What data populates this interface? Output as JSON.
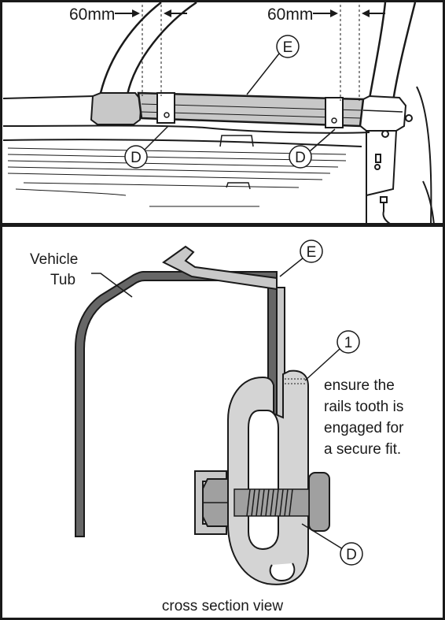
{
  "top_view": {
    "dimension_left": "60mm",
    "dimension_right": "60mm",
    "callout_rail": "E",
    "callout_clamp_left": "D",
    "callout_clamp_right": "D"
  },
  "cross_section": {
    "label_vehicle_tub_line1": "Vehicle",
    "label_vehicle_tub_line2": "Tub",
    "callout_rail": "E",
    "callout_tooth": "1",
    "callout_clamp": "D",
    "note_line1": "ensure the",
    "note_line2": "rails tooth is",
    "note_line3": "engaged for",
    "note_line4": "a secure fit.",
    "caption": "cross section view"
  },
  "colors": {
    "line": "#1a1a1a",
    "rail_fill": "#c8c8c8",
    "clamp_fill": "#d4d4d4",
    "tub_fill": "#666666",
    "bolt_fill": "#a0a0a0",
    "background": "#ffffff"
  }
}
